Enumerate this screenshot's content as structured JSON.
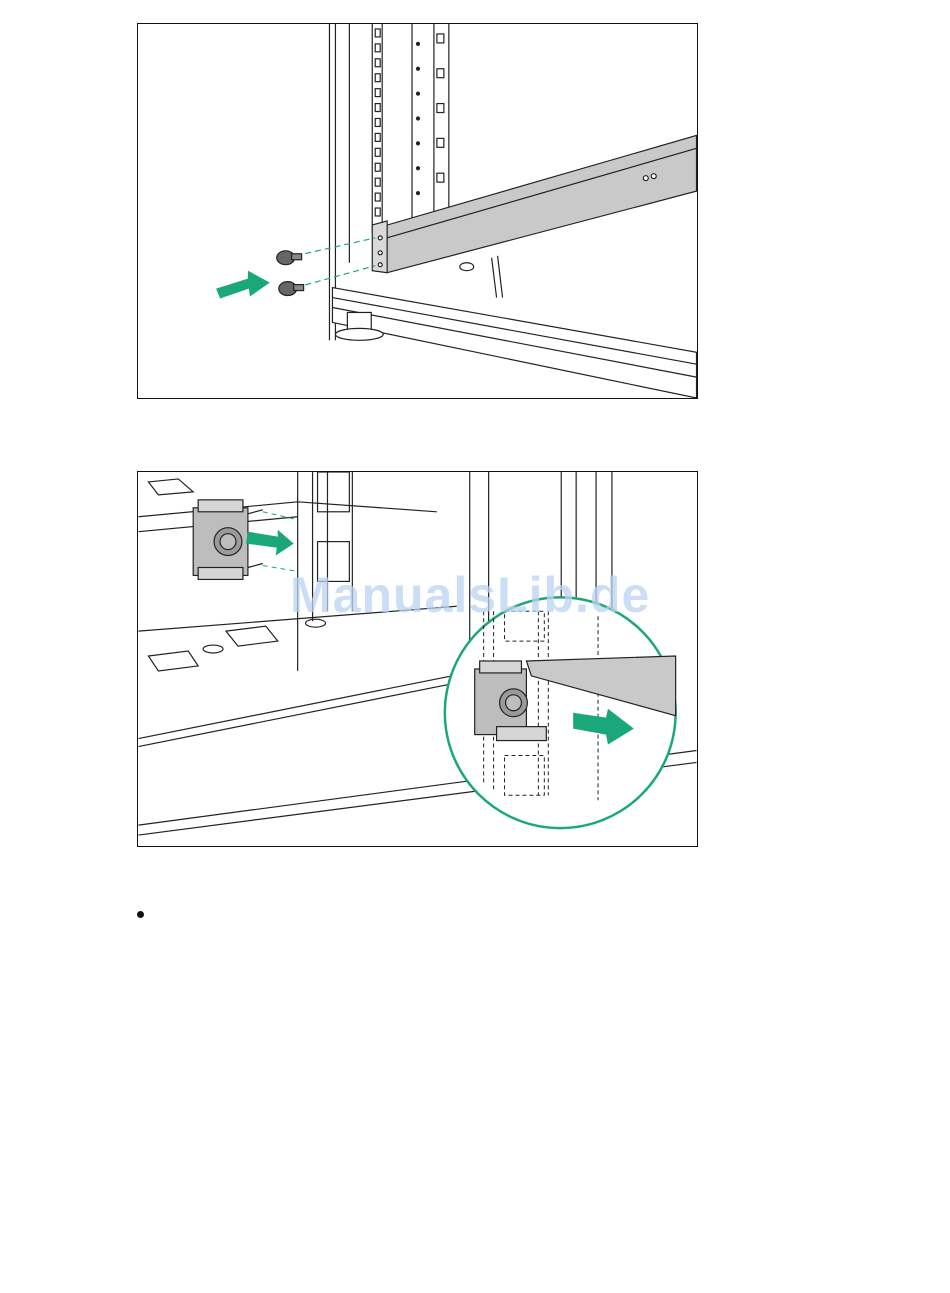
{
  "watermark": {
    "text": "ManualsLib.de"
  },
  "figures": [
    {
      "id": "rail-install",
      "icon": "screw-rail-illustration"
    },
    {
      "id": "cage-nut-removal",
      "icon": "cage-nut-illustration"
    }
  ],
  "colors": {
    "accent": "#1aa87b",
    "rail": "#c9c9c9",
    "line": "#222222",
    "watermark": "#bcd3f2"
  }
}
